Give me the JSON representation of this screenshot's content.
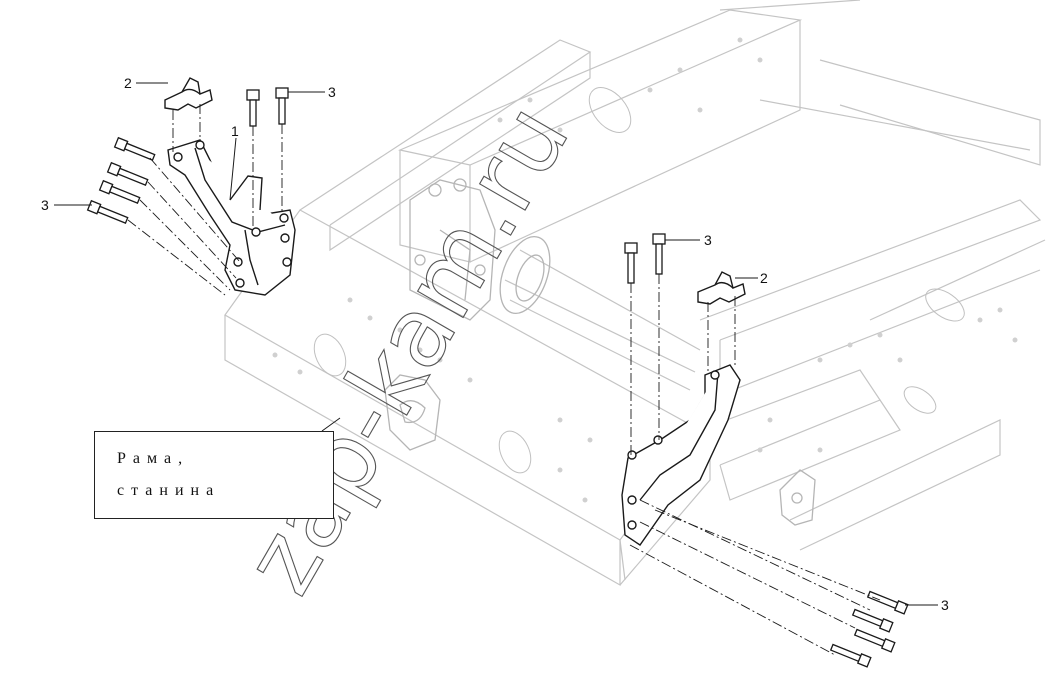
{
  "callouts": [
    {
      "id": "c2-left",
      "text": "2"
    },
    {
      "id": "c3-top",
      "text": "3"
    },
    {
      "id": "c1",
      "text": "1"
    },
    {
      "id": "c3-left",
      "text": "3"
    },
    {
      "id": "c3-mid",
      "text": "3"
    },
    {
      "id": "c2-right",
      "text": "2"
    },
    {
      "id": "c3-bottom",
      "text": "3"
    }
  ],
  "caption": {
    "line1": "Рама,",
    "line2": "станина"
  },
  "watermark": {
    "text": "zap-kam.ru"
  },
  "colors": {
    "line": "#1a1a1a",
    "ghost": "#c8c8c8",
    "faint": "#bdbdbd"
  }
}
